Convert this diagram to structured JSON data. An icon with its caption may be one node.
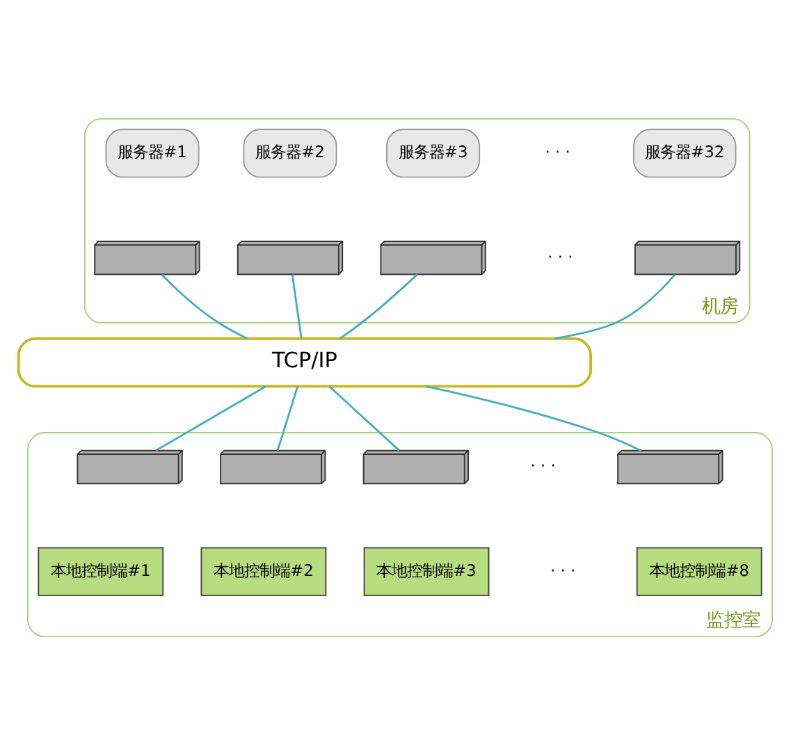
{
  "diagram": {
    "nodes": [
      {
        "text": [
          "机房"
        ]
      },
      {
        "text": [
          "服务器#1"
        ],
        "in": 0
      },
      {
        "text": [
          "服务器#2"
        ],
        "in": 0
      },
      {
        "text": [
          "服务器#3"
        ],
        "in": 0
      },
      {
        "text": [
          "服务器#32"
        ],
        "in": 0
      },
      {
        "text": [],
        "shape": "picture",
        "in": 0
      },
      {
        "text": [],
        "shape": "picture",
        "in": 0
      },
      {
        "text": [],
        "shape": "picture",
        "in": 0
      },
      {
        "text": [],
        "shape": "picture",
        "in": 0
      },
      {
        "text": [
          "TCP/IP"
        ]
      },
      {
        "text": [
          "监控室"
        ]
      },
      {
        "text": [],
        "shape": "picture",
        "in": 10
      },
      {
        "text": [],
        "shape": "picture",
        "in": 10
      },
      {
        "text": [],
        "shape": "picture",
        "in": 10
      },
      {
        "text": [],
        "shape": "picture",
        "in": 10
      },
      {
        "text": [
          "本地控制端#1"
        ],
        "in": 10
      },
      {
        "text": [
          "本地控制端#2"
        ],
        "in": 10
      },
      {
        "text": [
          "本地控制端#3"
        ],
        "in": 10
      },
      {
        "text": [
          "本地控制端#8"
        ],
        "in": 10
      }
    ],
    "edges": [
      {
        "from": 5,
        "to": 9,
        "arrow": "none"
      },
      {
        "from": 6,
        "to": 9,
        "arrow": "none"
      },
      {
        "from": 7,
        "to": 9,
        "arrow": "none"
      },
      {
        "from": 8,
        "to": 9,
        "arrow": "none"
      },
      {
        "from": 9,
        "to": 11,
        "arrow": "none"
      },
      {
        "from": 9,
        "to": 12,
        "arrow": "none"
      },
      {
        "from": 9,
        "to": 13,
        "arrow": "none"
      },
      {
        "from": 9,
        "to": 14,
        "arrow": "none"
      }
    ],
    "labels": [
      "· · ·",
      "· · ·",
      "· · ·",
      "· · ·"
    ]
  }
}
